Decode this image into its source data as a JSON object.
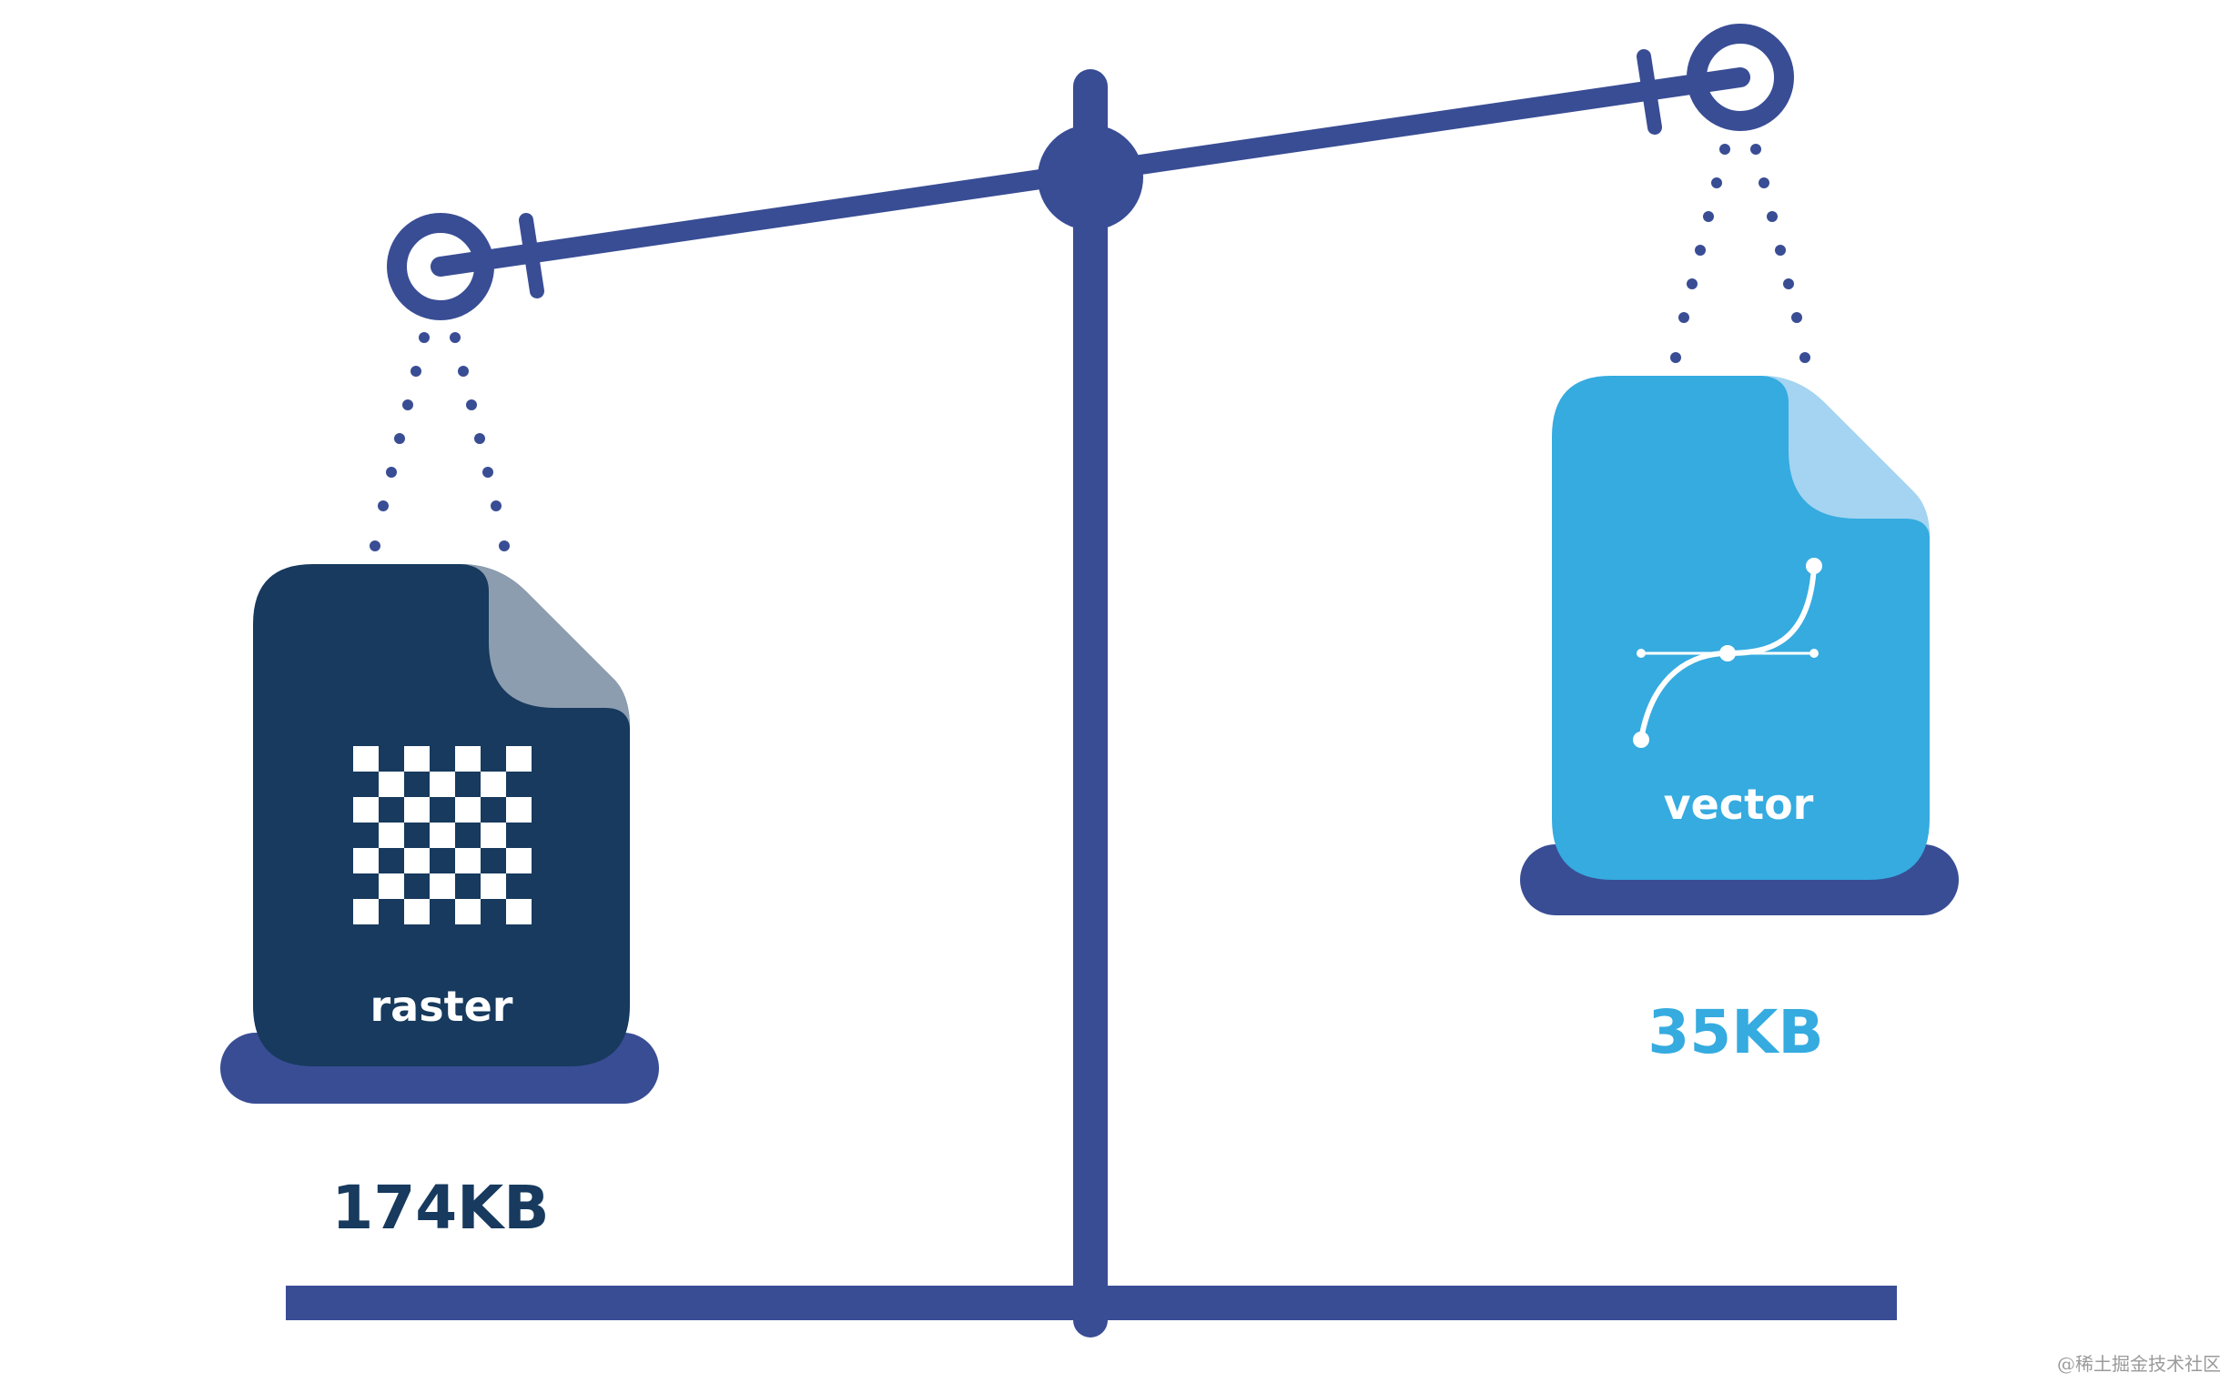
{
  "colors": {
    "scale": "#394d95",
    "raster_file": "#173a5e",
    "raster_fold": "#8d9db0",
    "vector_file": "#35abe0",
    "vector_fold": "#a4d4f1",
    "raster_size_text": "#173a5e",
    "vector_size_text": "#35abe0",
    "background": "#ffffff"
  },
  "raster": {
    "label": "raster",
    "size": "174KB",
    "icon": "checkerboard-icon"
  },
  "vector": {
    "label": "vector",
    "size": "35KB",
    "icon": "bezier-curve-icon"
  },
  "watermark": "@稀土掘金技术社区"
}
